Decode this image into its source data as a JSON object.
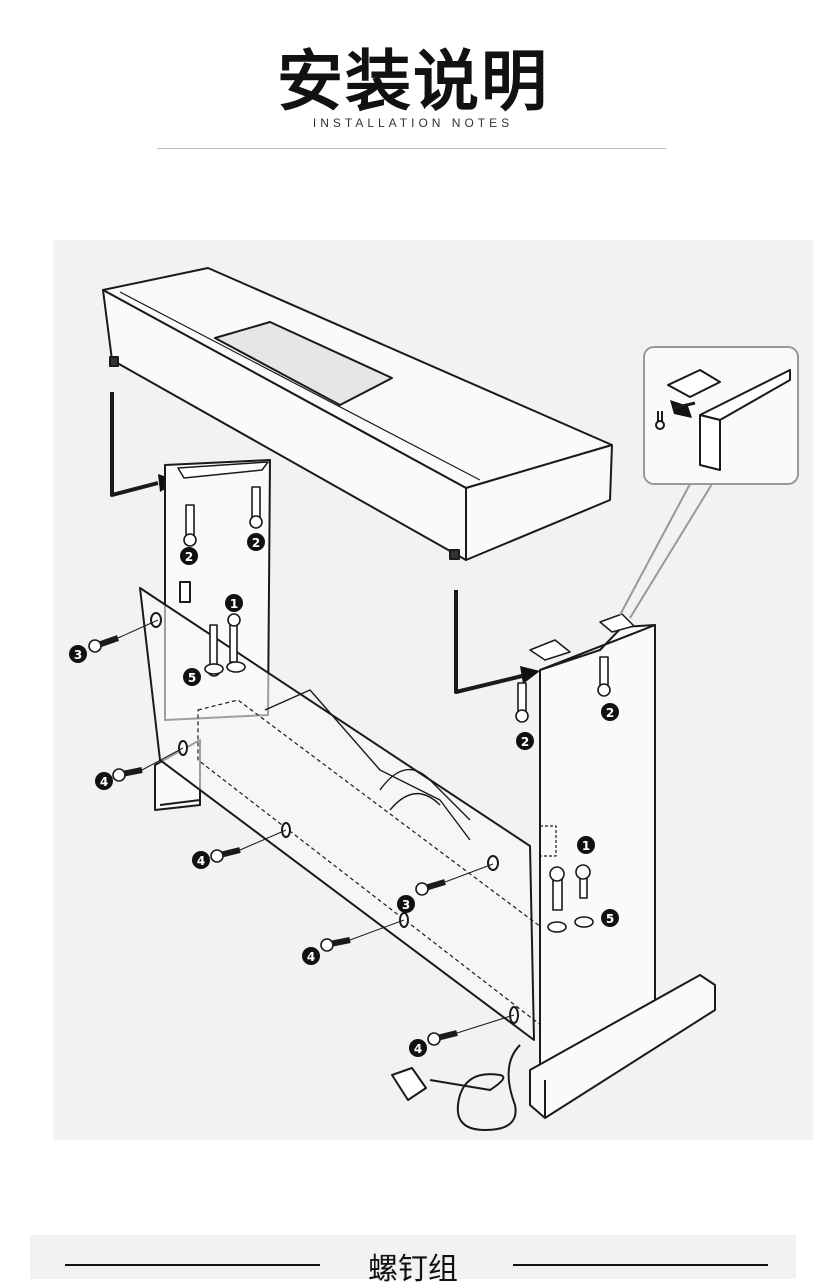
{
  "header": {
    "title": "安装说明",
    "subtitle": "INSTALLATION NOTES"
  },
  "diagram": {
    "callouts": [
      "1",
      "2",
      "3",
      "4",
      "5"
    ]
  },
  "section": {
    "heading": "螺钉组"
  }
}
